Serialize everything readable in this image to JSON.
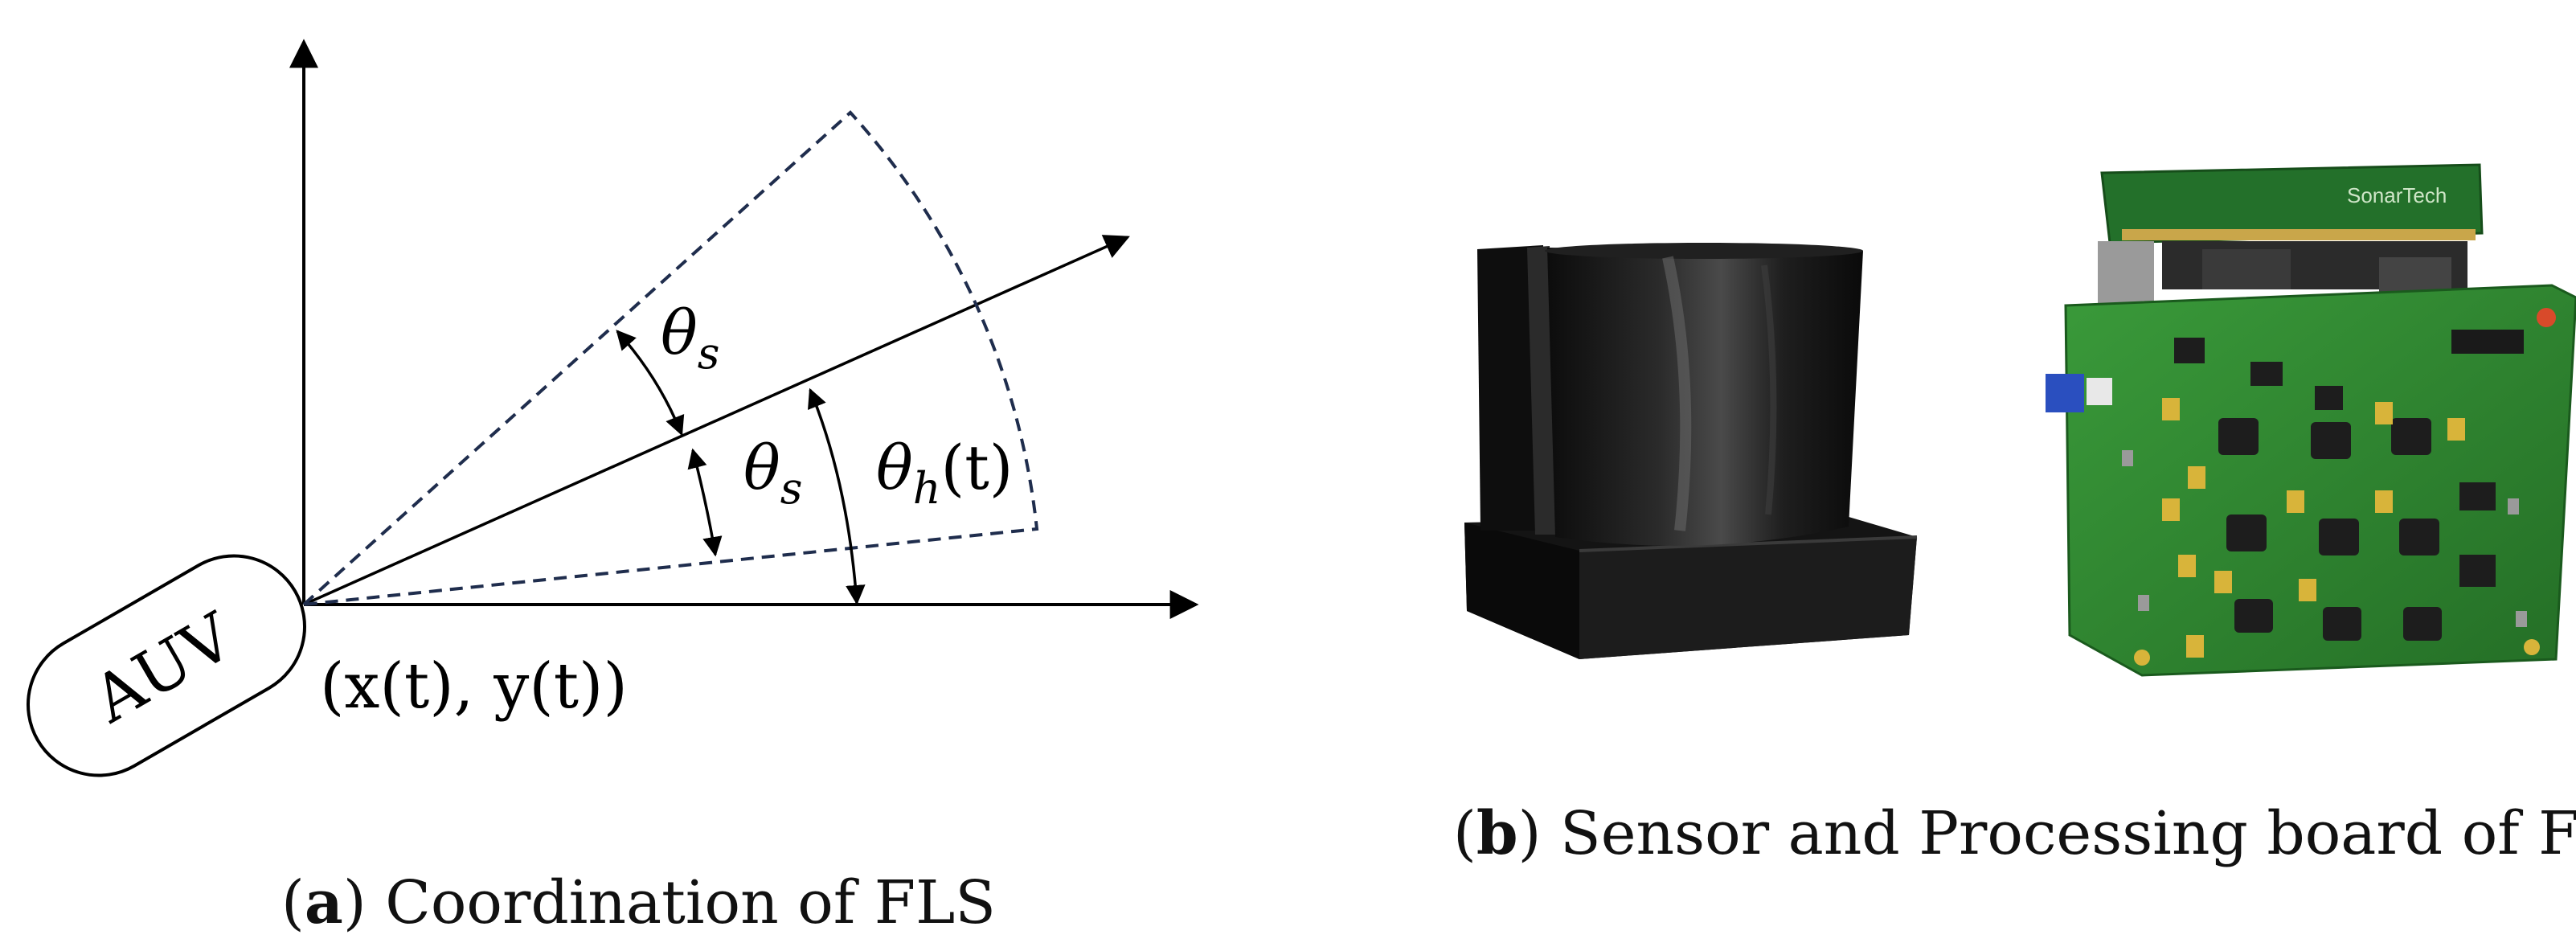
{
  "panel_a": {
    "auv_label": "AUV",
    "position_label": "(x(t), y(t))",
    "theta_symbol": "θ",
    "theta_s_sub": "s",
    "theta_h_sub": "h",
    "theta_h_arg": "(t)",
    "caption": {
      "open": "(",
      "letter": "a",
      "close": ")",
      "text": " Coordination of FLS"
    }
  },
  "panel_b": {
    "board_silkscreen": "SonarTech",
    "caption": {
      "open": "(",
      "letter": "b",
      "close": ")",
      "text": " Sensor and Processing board of FLS"
    }
  },
  "colors": {
    "line": "#000000",
    "fov_dash": "#1f2d4d",
    "sensor_body": "#161616",
    "pcb_green": "#2f8a2f",
    "pcb_dark": "#1f6a22"
  }
}
